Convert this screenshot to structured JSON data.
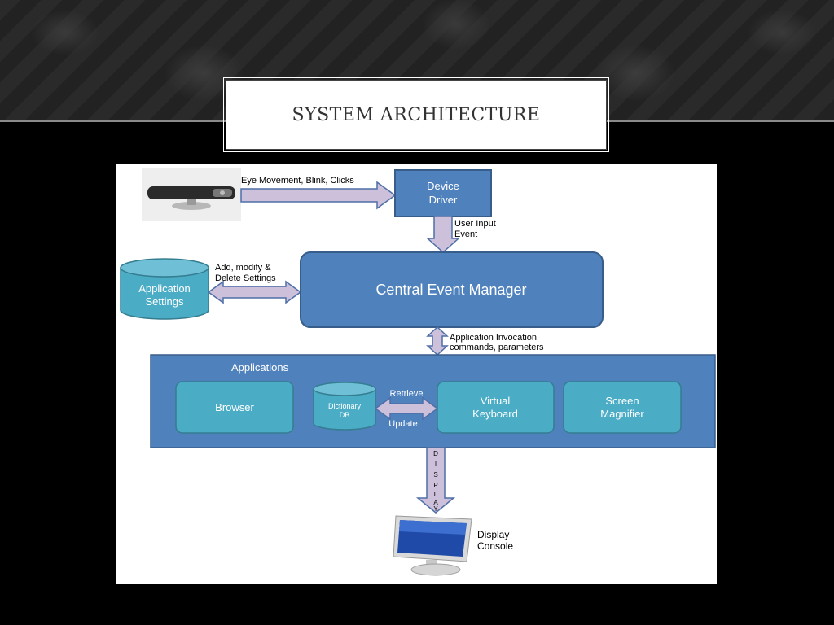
{
  "slide": {
    "title": "SYSTEM ARCHITECTURE"
  },
  "diagram": {
    "device_driver": [
      "Device",
      "Driver"
    ],
    "input_label": "Eye Movement, Blink, Clicks",
    "user_input_label": [
      "User Input",
      "Event"
    ],
    "app_settings": [
      "Application",
      "Settings"
    ],
    "settings_label": [
      "Add, modify &",
      "Delete Settings"
    ],
    "central": "Central Event Manager",
    "invocation_label": [
      "Application Invocation",
      "commands, parameters"
    ],
    "applications_title": "Applications",
    "browser": "Browser",
    "dictionary_db": [
      "Dictionary",
      "DB"
    ],
    "retrieve": "Retrieve",
    "update": "Update",
    "virtual_keyboard": [
      "Virtual",
      "Keyboard"
    ],
    "screen_magnifier": [
      "Screen",
      "Magnifier"
    ],
    "display_letters": [
      "D",
      "I",
      "S",
      "P",
      "L",
      "A",
      "Y"
    ],
    "display_console": [
      "Display",
      "Console"
    ]
  },
  "colors": {
    "box_blue": "#4f81bd",
    "teal": "#4bacc6",
    "arrow_fill": "#ccc0da",
    "arrow_stroke": "#4f6fa8"
  }
}
